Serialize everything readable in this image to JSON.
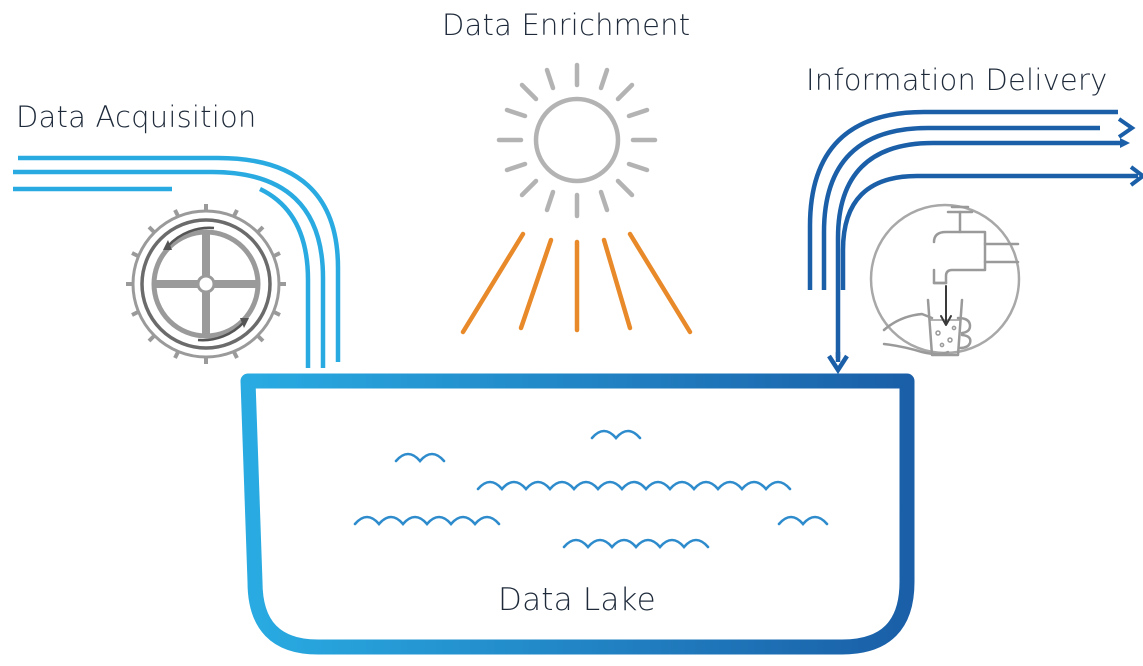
{
  "diagram": {
    "stages": {
      "enrichment": {
        "label": "Data Enrichment",
        "icon": "sun-icon"
      },
      "acquisition": {
        "label": "Data Acquisition",
        "icon": "water-wheel-icon"
      },
      "delivery": {
        "label": "Information Delivery",
        "icon": "faucet-glass-icon"
      },
      "lake": {
        "label": "Data Lake",
        "icon": "waves-icon"
      }
    },
    "colors": {
      "acquisition_stream": "#29abe2",
      "delivery_stream": "#1a5fa8",
      "sun": "#b3b3b3",
      "sun_rays": "#e8892a",
      "waves": "#2e8ccd",
      "lake_left": "#29abe2",
      "lake_right": "#1a5fa8",
      "icon_outline": "#9a9a9a",
      "text": "#1e2a3a"
    }
  }
}
